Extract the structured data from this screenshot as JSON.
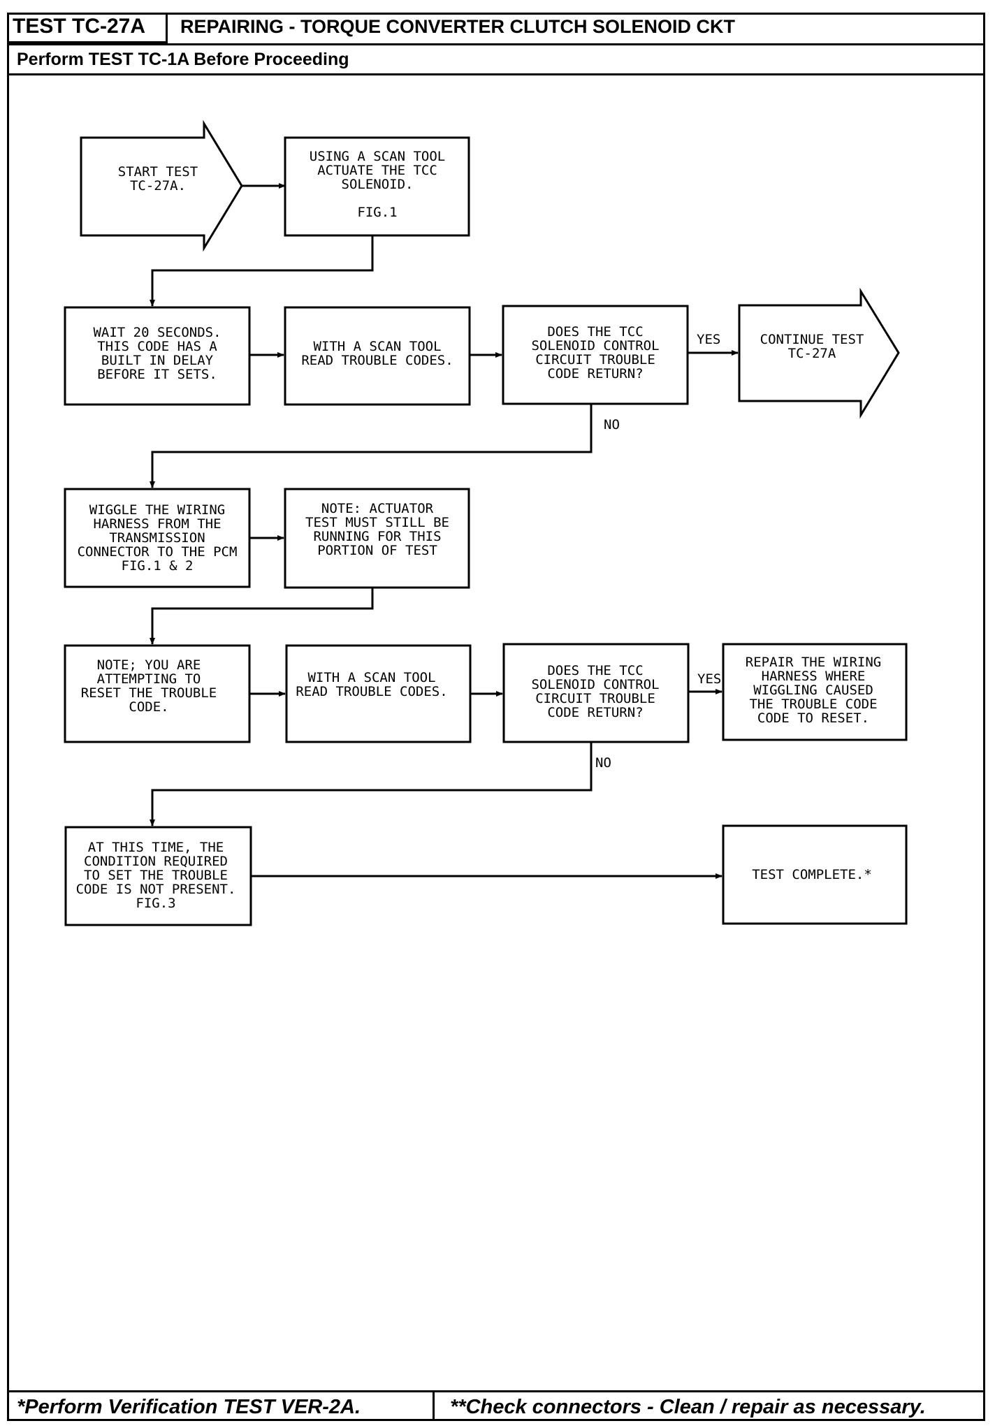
{
  "header": {
    "test_id": "TEST TC-27A",
    "title": "REPAIRING - TORQUE CONVERTER CLUTCH SOLENOID CKT",
    "subtitle": "Perform TEST TC-1A Before Proceeding"
  },
  "nodes": {
    "start": [
      "START TEST",
      "TC-27A."
    ],
    "actuate": [
      "USING A SCAN TOOL",
      "ACTUATE THE TCC",
      "SOLENOID.",
      "",
      "FIG.1"
    ],
    "wait": [
      "WAIT 20 SECONDS.",
      "THIS CODE HAS A",
      "BUILT IN DELAY",
      "BEFORE IT SETS."
    ],
    "read1": [
      "WITH A SCAN TOOL",
      "READ TROUBLE CODES."
    ],
    "q1": [
      "DOES THE TCC",
      "SOLENOID CONTROL",
      "CIRCUIT TROUBLE",
      "CODE RETURN?"
    ],
    "continue": [
      "CONTINUE TEST",
      "TC-27A"
    ],
    "wiggle": [
      "WIGGLE THE WIRING",
      "HARNESS FROM THE",
      "TRANSMISSION",
      "CONNECTOR TO THE PCM",
      "FIG.1 & 2"
    ],
    "note_actuator": [
      "NOTE: ACTUATOR",
      "TEST MUST STILL BE",
      "RUNNING FOR THIS",
      "PORTION OF TEST"
    ],
    "note_reset": [
      "NOTE; YOU ARE",
      "ATTEMPTING TO",
      "RESET THE TROUBLE",
      "CODE."
    ],
    "read2": [
      "WITH A SCAN TOOL",
      "READ TROUBLE CODES."
    ],
    "q2": [
      "DOES THE TCC",
      "SOLENOID CONTROL",
      "CIRCUIT TROUBLE",
      "CODE RETURN?"
    ],
    "repair": [
      "REPAIR THE WIRING",
      "HARNESS WHERE",
      "WIGGLING CAUSED",
      "THE TROUBLE CODE",
      "CODE TO RESET."
    ],
    "not_present": [
      "AT THIS TIME, THE",
      "CONDITION REQUIRED",
      "TO SET THE TROUBLE",
      "CODE IS NOT PRESENT.",
      "FIG.3"
    ],
    "complete": [
      "TEST COMPLETE.*"
    ]
  },
  "edge_labels": {
    "yes1": "YES",
    "no1": "NO",
    "yes2": "YES",
    "no2": "NO"
  },
  "footer": {
    "left": "*Perform Verification TEST VER-2A.",
    "right": "**Check connectors - Clean / repair as necessary."
  }
}
